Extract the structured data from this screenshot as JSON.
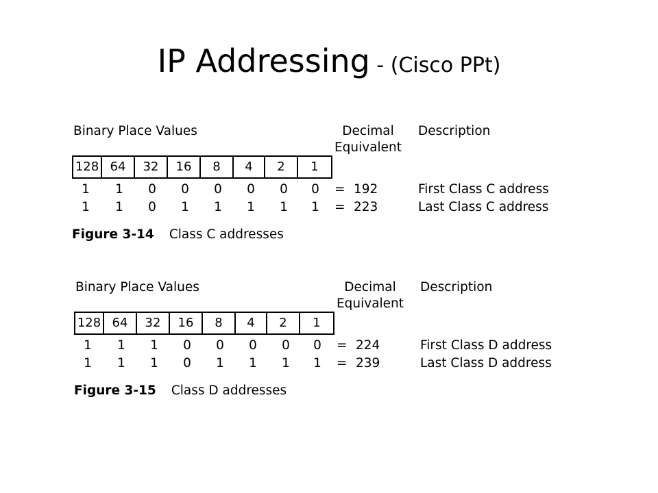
{
  "title": {
    "main": "IP Addressing",
    "sub": " - (Cisco PPt)"
  },
  "figures": [
    {
      "header_binary": "Binary Place Values",
      "header_decimal_line1": "Decimal",
      "header_decimal_line2": "Equivalent",
      "header_description": "Description",
      "place_values": [
        "128",
        "64",
        "32",
        "16",
        "8",
        "4",
        "2",
        "1"
      ],
      "rows": [
        {
          "bits": [
            "1",
            "1",
            "0",
            "0",
            "0",
            "0",
            "0",
            "0"
          ],
          "equals": "=",
          "decimal": "192",
          "description": "First Class C address"
        },
        {
          "bits": [
            "1",
            "1",
            "0",
            "1",
            "1",
            "1",
            "1",
            "1"
          ],
          "equals": "=",
          "decimal": "223",
          "description": "Last Class C address"
        }
      ],
      "caption_label": "Figure 3-14",
      "caption_text": "Class C addresses"
    },
    {
      "header_binary": "Binary Place Values",
      "header_decimal_line1": "Decimal",
      "header_decimal_line2": "Equivalent",
      "header_description": "Description",
      "place_values": [
        "128",
        "64",
        "32",
        "16",
        "8",
        "4",
        "2",
        "1"
      ],
      "rows": [
        {
          "bits": [
            "1",
            "1",
            "1",
            "0",
            "0",
            "0",
            "0",
            "0"
          ],
          "equals": "=",
          "decimal": "224",
          "description": "First Class D address"
        },
        {
          "bits": [
            "1",
            "1",
            "1",
            "0",
            "1",
            "1",
            "1",
            "1"
          ],
          "equals": "=",
          "decimal": "239",
          "description": "Last Class D address"
        }
      ],
      "caption_label": "Figure 3-15",
      "caption_text": "Class D addresses"
    }
  ]
}
